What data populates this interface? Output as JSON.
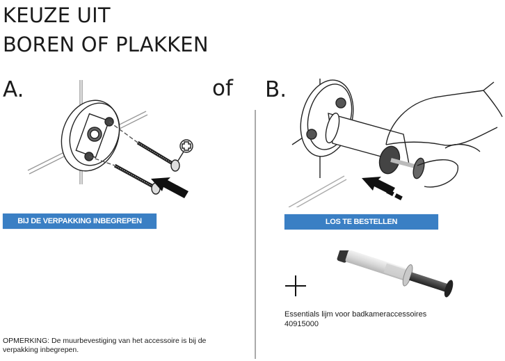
{
  "header": {
    "title_line1": "KEUZE UIT",
    "title_line2": "BOREN OF PLAKKEN"
  },
  "option_a": {
    "letter": "A.",
    "illustration": "wall-mount-with-screws-illustration",
    "banner_label": "BIJ DE VERPAKKING INBEGREPEN",
    "banner_color": "#3a7fc4"
  },
  "separator": {
    "label": "of"
  },
  "option_b": {
    "letter": "B.",
    "illustration": "hand-gluing-mount-illustration",
    "banner_label": "LOS TE BESTELLEN",
    "banner_color": "#3a7fc4",
    "plus_icon": "plus-icon",
    "product_image": "glue-syringe-image",
    "product_name": "Essentials lijm voor badkameraccessoires",
    "product_code": "40915000"
  },
  "footer": {
    "note": "OPMERKING: De muurbevestiging van het accessoire is bij de verpakking inbegrepen."
  }
}
